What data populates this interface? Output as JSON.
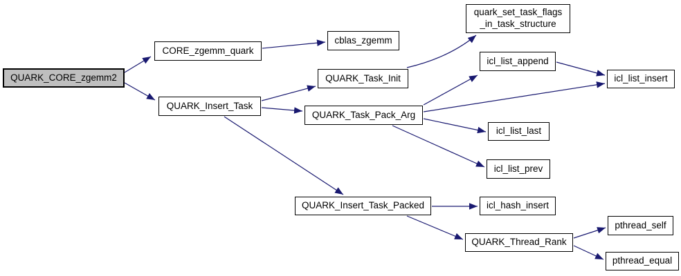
{
  "diagram": {
    "type": "call-graph",
    "background_color": "#ffffff",
    "edge_color": "#191970",
    "node_border_color": "#000000",
    "node_fill_color": "#ffffff",
    "highlight_fill_color": "#bfbfbf",
    "nodes": [
      {
        "id": "QUARK_CORE_zgemm2",
        "label": "QUARK_CORE_zgemm2",
        "highlighted": true
      },
      {
        "id": "CORE_zgemm_quark",
        "label": "CORE_zgemm_quark",
        "highlighted": false
      },
      {
        "id": "cblas_zgemm",
        "label": "cblas_zgemm",
        "highlighted": false
      },
      {
        "id": "QUARK_Insert_Task",
        "label": "QUARK_Insert_Task",
        "highlighted": false
      },
      {
        "id": "QUARK_Task_Init",
        "label": "QUARK_Task_Init",
        "highlighted": false
      },
      {
        "id": "QUARK_Task_Pack_Arg",
        "label": "QUARK_Task_Pack_Arg",
        "highlighted": false
      },
      {
        "id": "quark_set_task_flags_in_task_structure",
        "label": "quark_set_task_flags\n_in_task_structure",
        "highlighted": false
      },
      {
        "id": "icl_list_append",
        "label": "icl_list_append",
        "highlighted": false
      },
      {
        "id": "icl_list_insert",
        "label": "icl_list_insert",
        "highlighted": false
      },
      {
        "id": "icl_list_last",
        "label": "icl_list_last",
        "highlighted": false
      },
      {
        "id": "icl_list_prev",
        "label": "icl_list_prev",
        "highlighted": false
      },
      {
        "id": "QUARK_Insert_Task_Packed",
        "label": "QUARK_Insert_Task_Packed",
        "highlighted": false
      },
      {
        "id": "icl_hash_insert",
        "label": "icl_hash_insert",
        "highlighted": false
      },
      {
        "id": "QUARK_Thread_Rank",
        "label": "QUARK_Thread_Rank",
        "highlighted": false
      },
      {
        "id": "pthread_self",
        "label": "pthread_self",
        "highlighted": false
      },
      {
        "id": "pthread_equal",
        "label": "pthread_equal",
        "highlighted": false
      }
    ],
    "edges": [
      {
        "from": "QUARK_CORE_zgemm2",
        "to": "CORE_zgemm_quark"
      },
      {
        "from": "QUARK_CORE_zgemm2",
        "to": "QUARK_Insert_Task"
      },
      {
        "from": "CORE_zgemm_quark",
        "to": "cblas_zgemm"
      },
      {
        "from": "QUARK_Insert_Task",
        "to": "QUARK_Task_Init"
      },
      {
        "from": "QUARK_Insert_Task",
        "to": "QUARK_Task_Pack_Arg"
      },
      {
        "from": "QUARK_Insert_Task",
        "to": "QUARK_Insert_Task_Packed"
      },
      {
        "from": "QUARK_Task_Init",
        "to": "quark_set_task_flags_in_task_structure"
      },
      {
        "from": "QUARK_Task_Pack_Arg",
        "to": "icl_list_append"
      },
      {
        "from": "QUARK_Task_Pack_Arg",
        "to": "icl_list_insert"
      },
      {
        "from": "QUARK_Task_Pack_Arg",
        "to": "icl_list_last"
      },
      {
        "from": "QUARK_Task_Pack_Arg",
        "to": "icl_list_prev"
      },
      {
        "from": "icl_list_append",
        "to": "icl_list_insert"
      },
      {
        "from": "QUARK_Insert_Task_Packed",
        "to": "icl_hash_insert"
      },
      {
        "from": "QUARK_Insert_Task_Packed",
        "to": "QUARK_Thread_Rank"
      },
      {
        "from": "QUARK_Thread_Rank",
        "to": "pthread_self"
      },
      {
        "from": "QUARK_Thread_Rank",
        "to": "pthread_equal"
      }
    ]
  }
}
